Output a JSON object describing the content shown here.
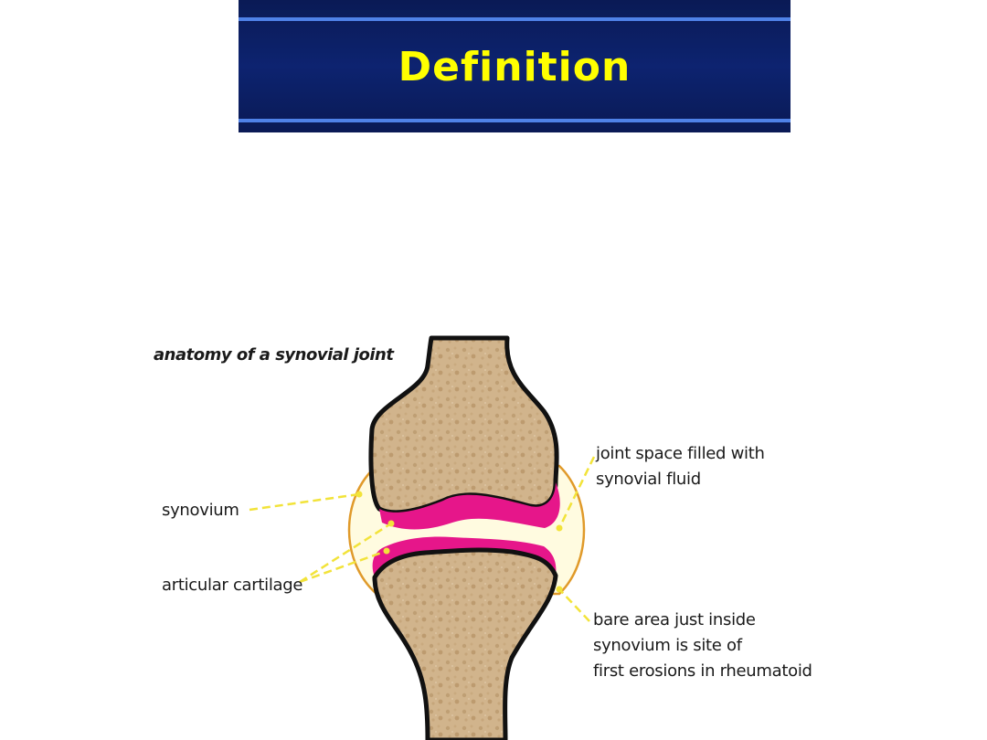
{
  "slide": {
    "title": "Definition"
  },
  "diagram": {
    "title": "anatomy of a synovial joint",
    "labels": {
      "synovium": "synovium",
      "articular_cartilage": "articular cartilage",
      "joint_space_line1": "joint space filled with",
      "joint_space_line2": "synovial fluid",
      "bare_area_line1": "bare area just inside",
      "bare_area_line2": "synovium is site of",
      "bare_area_line3": "first erosions in rheumatoid"
    }
  },
  "colors": {
    "banner": "#0d2370",
    "banner_rule": "#4f82e8",
    "title_text": "#ffff00",
    "bone": "#d1b48c",
    "cartilage": "#e6168a",
    "synovial_fluid": "#fffbe0",
    "leader_line": "#f2e33a"
  }
}
